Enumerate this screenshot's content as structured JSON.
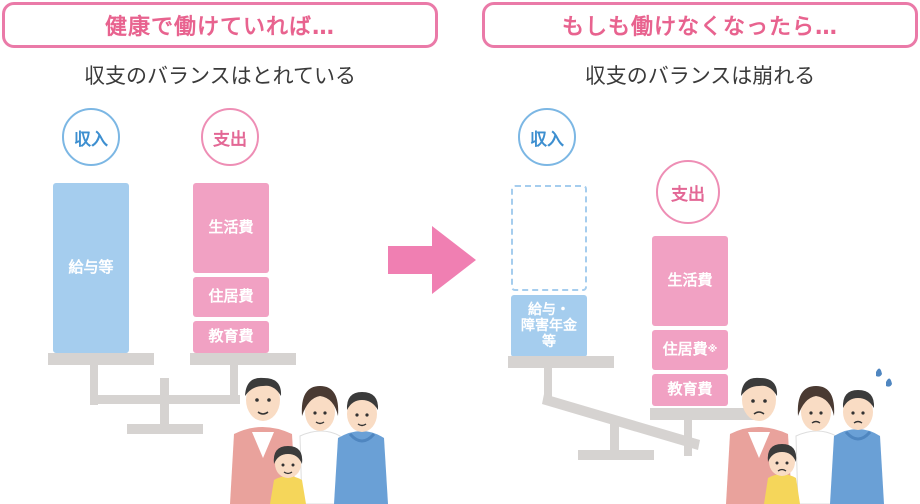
{
  "left": {
    "heading": "健康で働けていれば…",
    "subheading": "収支のバランスはとれている",
    "income_label": "収入",
    "expense_label": "支出",
    "income_bar": "給与等",
    "expense_bars": [
      "生活費",
      "住居費",
      "教育費"
    ]
  },
  "right": {
    "heading": "もしも働けなくなったら…",
    "subheading": "収支のバランスは崩れる",
    "income_label": "収入",
    "expense_label": "支出",
    "income_bar": "給与・\n障害年金\n等",
    "expense_bars": [
      "生活費",
      "住居費",
      "教育費"
    ],
    "footnote_mark": "※"
  },
  "colors": {
    "accent_pink": "#ea7aa8",
    "income_blue": "#a5cdee",
    "expense_pink": "#f1a1c3",
    "arrow_pink": "#f07fb2"
  }
}
